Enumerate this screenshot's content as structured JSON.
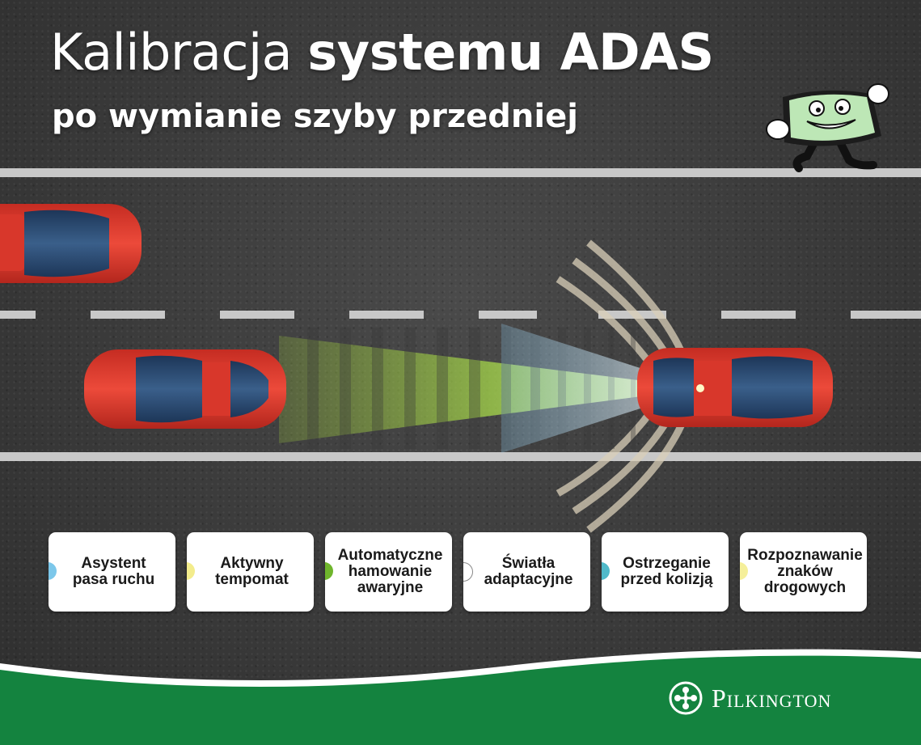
{
  "title": {
    "light": "Kalibracja ",
    "bold": "systemu ADAS",
    "subtitle": "po wymianie szyby przedniej"
  },
  "features": [
    {
      "label": "Asystent\npasa ruchu",
      "color": "#7cc7ea"
    },
    {
      "label": "Aktywny\ntempomat",
      "color": "#f3ec8c"
    },
    {
      "label": "Automatyczne\nhamowanie\nawaryjne",
      "color": "#6fb52c"
    },
    {
      "label": "Światła\nadaptacyjne",
      "color": "#ffffff"
    },
    {
      "label": "Ostrzeganie\nprzed kolizją",
      "color": "#4fb9c9"
    },
    {
      "label": "Rozpoznawanie\nznaków\ndrogowych",
      "color": "#f5ef9a"
    }
  ],
  "brand": {
    "name": "Pilkington"
  },
  "colors": {
    "car": "#d8372b",
    "footer_green": "#14833f",
    "radar_green": "#b6e05a",
    "radar_blue": "#9fd6f0"
  },
  "icons": [
    "windscreen-mascot-icon",
    "pilkington-logo-icon"
  ]
}
